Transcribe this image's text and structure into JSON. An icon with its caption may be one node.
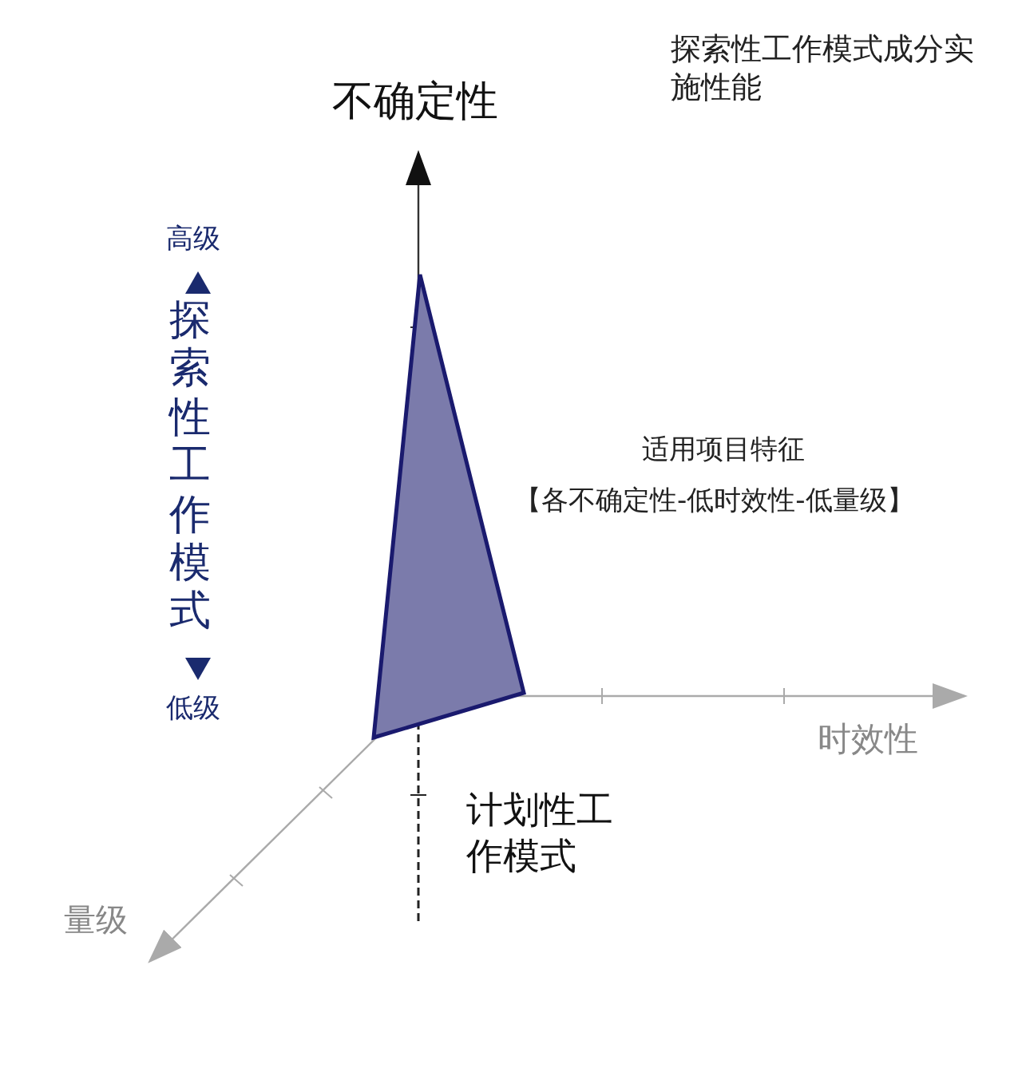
{
  "diagram": {
    "title": "探索性工作模式成分实施性能",
    "nodes": [
      {
        "text": [],
        "shape": "triangle"
      }
    ],
    "labels": [
      "不确定性",
      "高级",
      "探索性工作模式",
      "低级",
      "适用项目特征",
      "【各不确定性-低时效性-低量级】",
      "时效性",
      "计划性工作模式",
      "量级"
    ]
  }
}
